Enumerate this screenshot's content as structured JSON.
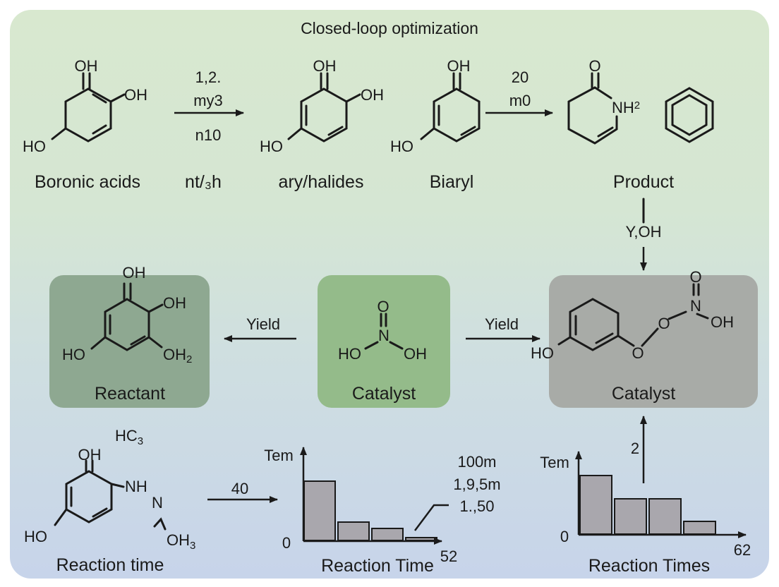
{
  "title": "Closed-loop optimization",
  "top_row": {
    "mol1": {
      "oh_top": "OH",
      "oh_right": "OH",
      "ho_left": "HO",
      "label": "Boronic acids"
    },
    "arrow1": {
      "above1": "1,2.",
      "above2": "my3",
      "below": "n10",
      "label": "nt/₃h"
    },
    "mol2": {
      "oh_top": "OH",
      "oh_right": "OH",
      "ho_left": "HO",
      "label": "ary/halides"
    },
    "mol3": {
      "oh_top": "OH",
      "ho_left": "HO",
      "label": "Biaryl"
    },
    "arrow2": {
      "above1": "20",
      "above2": "m0"
    },
    "mol4": {
      "o_top": "O",
      "nh2": "NH",
      "nh2_sub": "2",
      "label": "Product"
    }
  },
  "down_arrow_label": "Y,OH",
  "middle_row": {
    "reactant": {
      "oh_top": "OH",
      "oh_right": "OH",
      "ho_left": "HO",
      "oh2": "OH",
      "oh2_sub": "2",
      "label": "Reactant"
    },
    "arrow_left_label": "Yield",
    "catalyst_center": {
      "o": "O",
      "n": "N",
      "ho": "HO",
      "oh": "OH",
      "label": "Catalyst"
    },
    "arrow_right_label": "Yield",
    "catalyst_right": {
      "o_top": "O",
      "n": "N",
      "o1": "O",
      "oh": "OH",
      "o2": "O",
      "ho": "HO",
      "label": "Catalyst"
    }
  },
  "bottom_row": {
    "mol5": {
      "hc3": "HC",
      "hc3_sub": "3",
      "oh_top": "OH",
      "nh": "NH",
      "n": "N",
      "oh3": "OH",
      "oh3_sub": "3",
      "ho": "HO",
      "label": "Reaction time"
    },
    "arrow3_label": "40",
    "up_arrow_label": "2"
  },
  "chart_data": [
    {
      "type": "bar",
      "ylabel": "Tem",
      "xlabel": "Reaction Time",
      "y_zero_label": "0",
      "x_end_label": "52",
      "values": [
        84,
        26,
        17,
        4
      ],
      "ylim": [
        0,
        110
      ],
      "annotations": [
        "100m",
        "1,9,5m",
        "1.,50"
      ]
    },
    {
      "type": "bar",
      "ylabel": "Tem",
      "xlabel": "Reaction Times",
      "y_zero_label": "0",
      "x_end_label": "62",
      "values": [
        83,
        50,
        50,
        18
      ],
      "ylim": [
        0,
        110
      ]
    }
  ]
}
